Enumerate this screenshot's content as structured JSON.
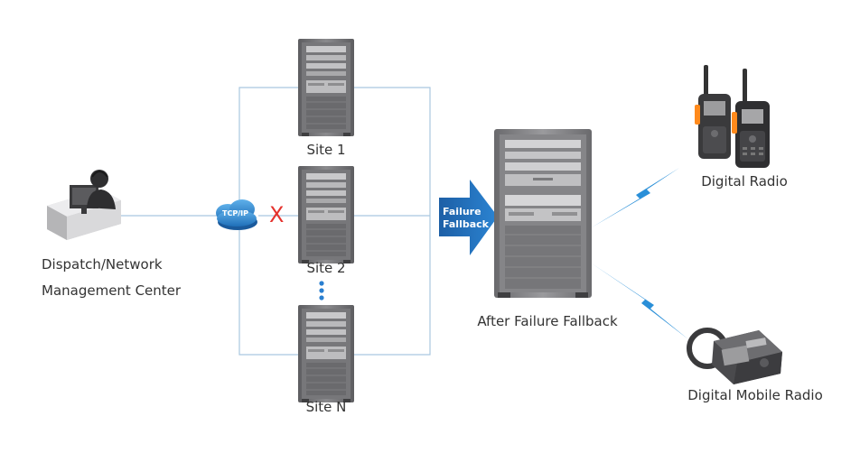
{
  "labels": {
    "dispatch_line1": "Dispatch/Network",
    "dispatch_line2": "Management Center",
    "site1": "Site 1",
    "site2": "Site 2",
    "siteN": "Site N",
    "tcpip": "TCP/IP",
    "failure_mark": "X",
    "failure_line1": "Failure",
    "failure_line2": "Fallback",
    "after_failure": "After Failure Fallback",
    "digital_radio": "Digital Radio",
    "digital_mobile_radio": "Digital Mobile Radio"
  },
  "colors": {
    "link_line": "#a9c8e0",
    "cloud": "#3b8fd4",
    "arrow": "#1f6fb8",
    "failure_x": "#e5322d",
    "lightning": "#2a8fd8",
    "cabinet_body": "#6f6f72",
    "cabinet_panel": "#c8c8ca"
  }
}
